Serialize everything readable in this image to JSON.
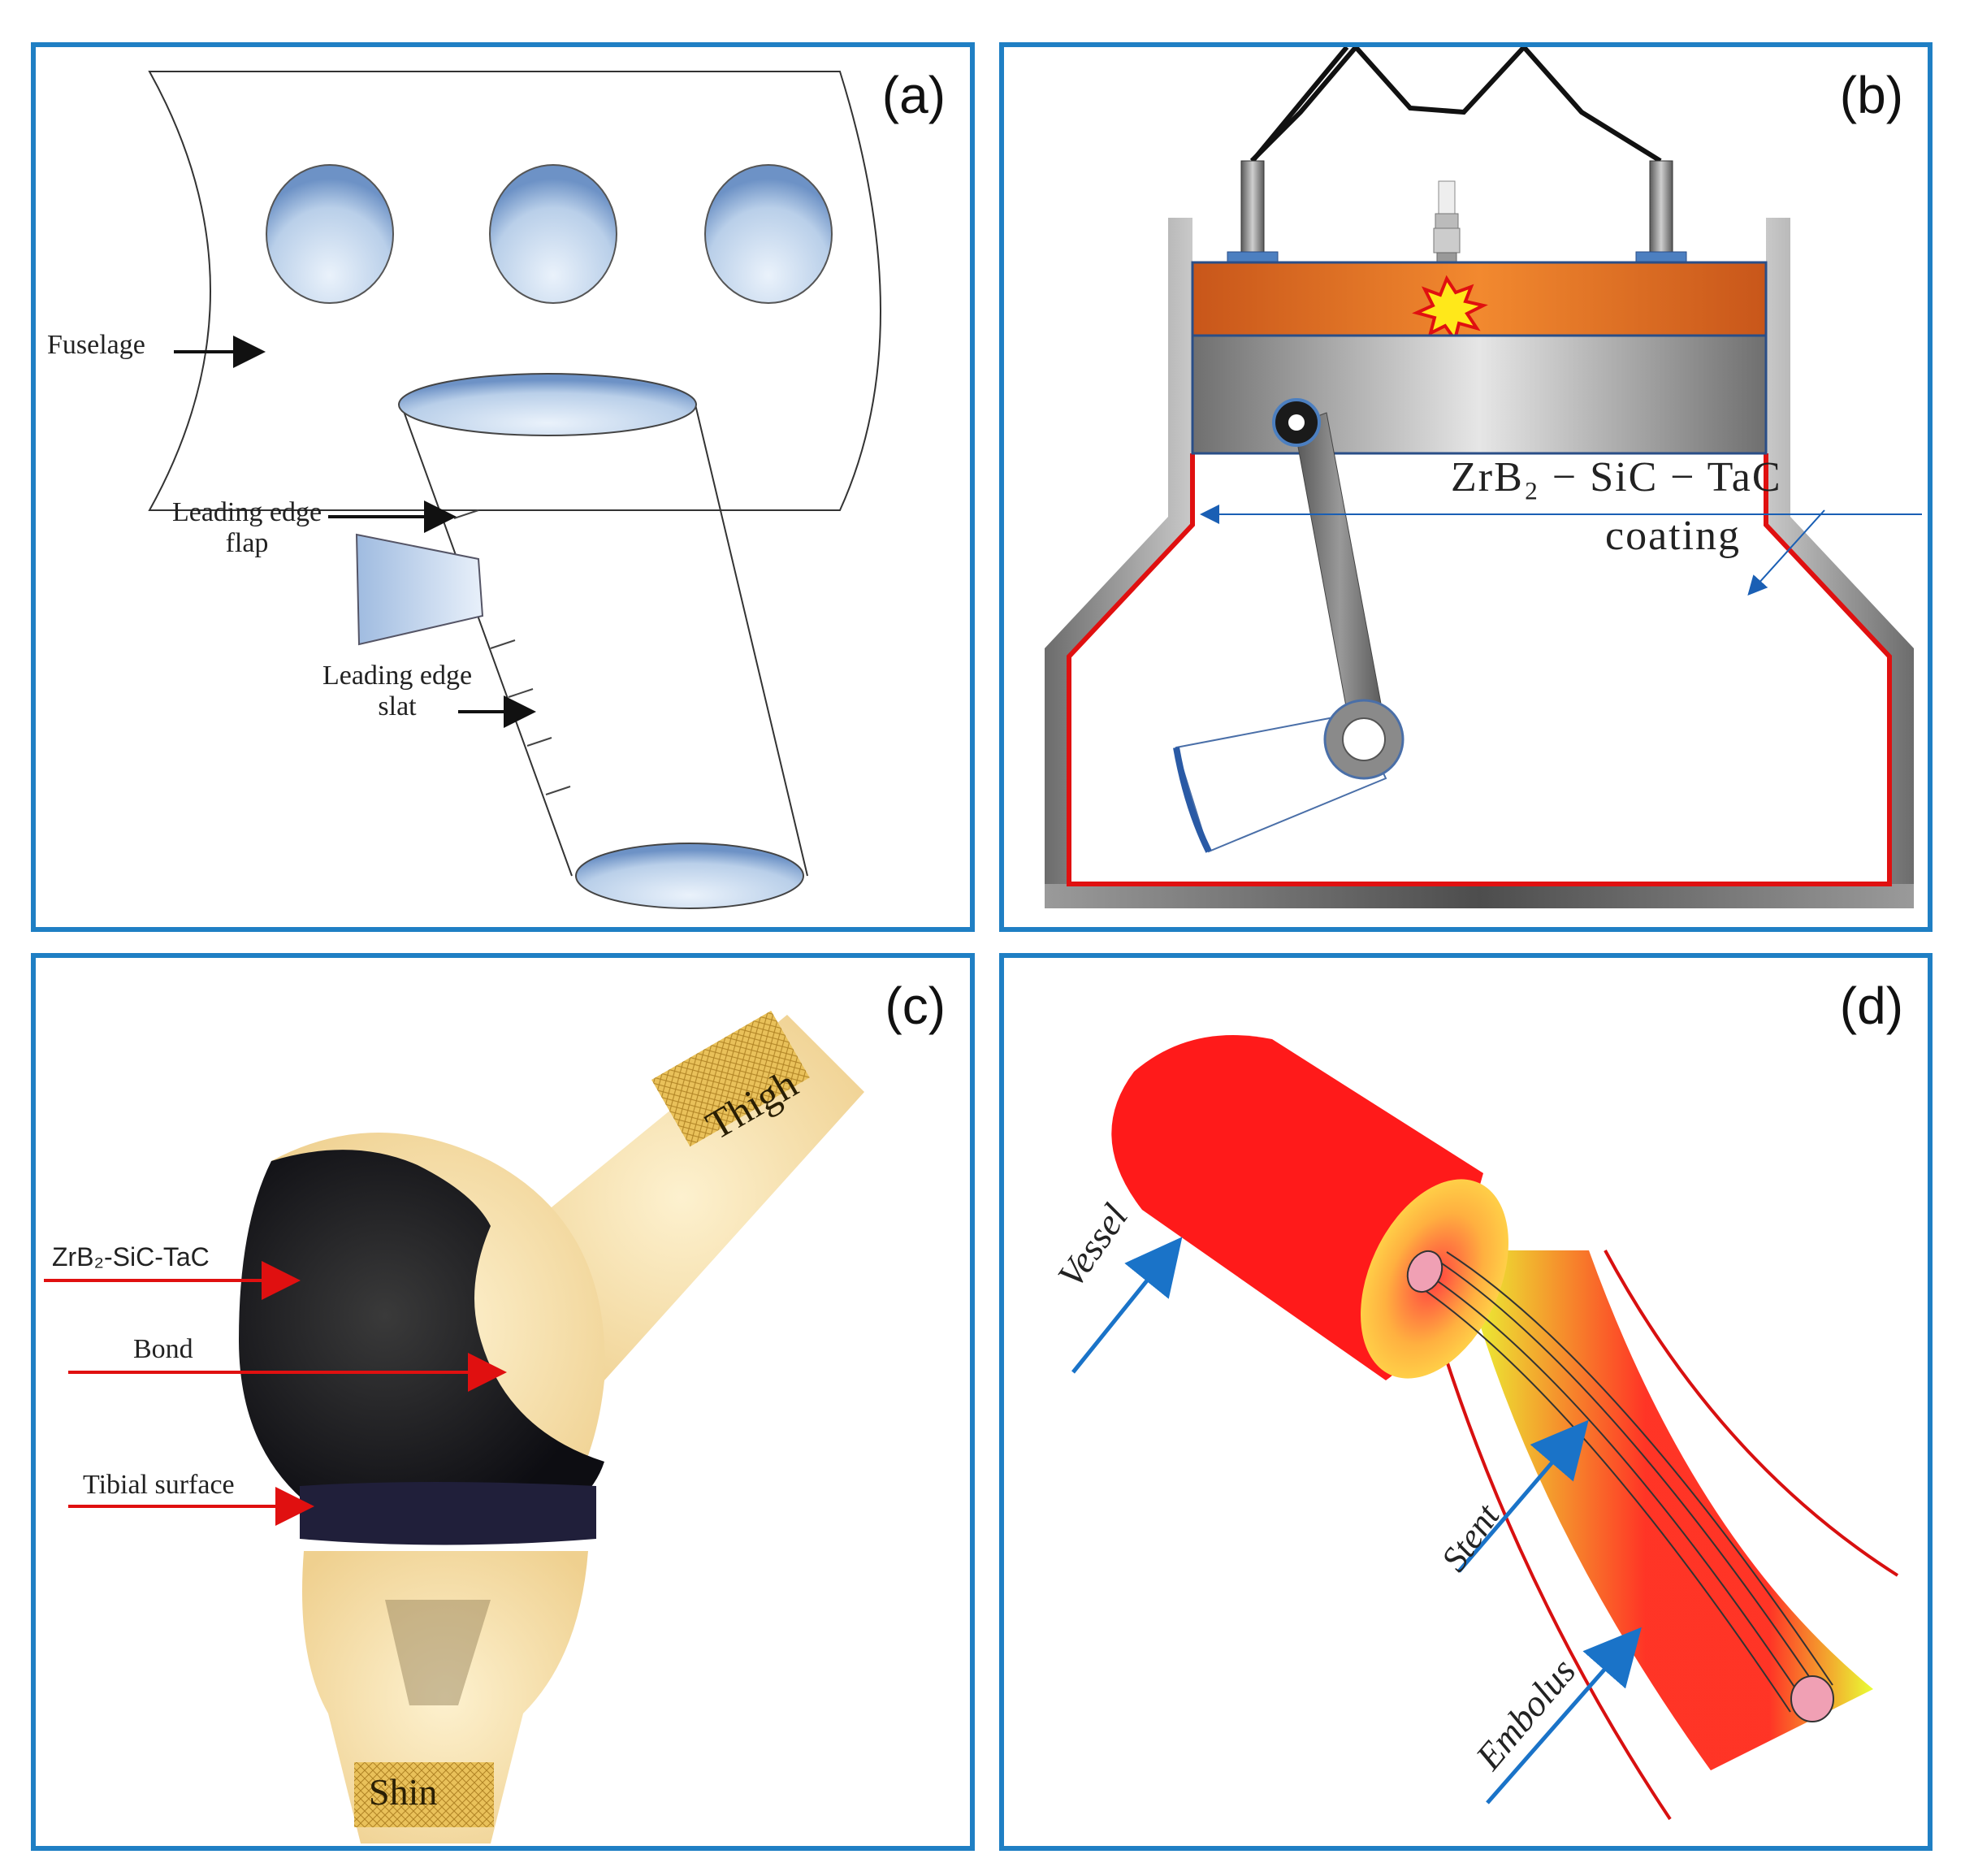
{
  "panels": {
    "a": {
      "label": "(a)",
      "fuselage": "Fuselage",
      "flap_line1": "Leading edge",
      "flap_line2": "flap",
      "slat_line1": "Leading edge",
      "slat_line2": "slat"
    },
    "b": {
      "label": "(b)",
      "coating_formula": "ZrB₂ − SiC − TaC",
      "coating_word": "coating"
    },
    "c": {
      "label": "(c)",
      "thigh": "Thigh",
      "shin": "Shin",
      "zrb2": "ZrB₂-SiC-TaC",
      "bond": "Bond",
      "tibial": "Tibial surface"
    },
    "d": {
      "label": "(d)",
      "vessel": "Vessel",
      "stent": "Stent",
      "embolus": "Embolus"
    }
  },
  "colors": {
    "frame": "#1f7fc4",
    "coating_red": "#e01010",
    "vessel_red": "#ff1a1a",
    "embolus_yellow": "#e8ff2a",
    "annotation_blue": "#1a73c8",
    "bone": "#f7e4b0"
  }
}
